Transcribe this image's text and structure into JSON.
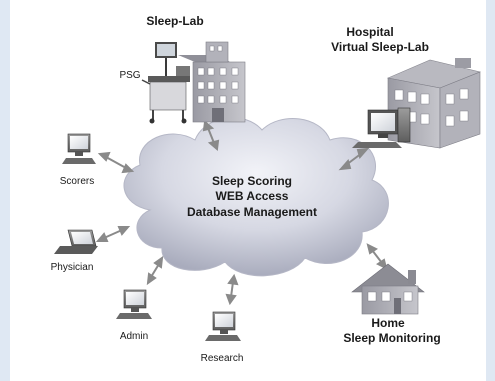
{
  "nodes": {
    "sleep_lab": {
      "title": "Sleep-Lab",
      "equipment_label": "PSG"
    },
    "hospital": {
      "title_line1": "Hospital",
      "title_line2": "Virtual Sleep-Lab"
    },
    "home": {
      "title_line1": "Home",
      "title_line2": "Sleep Monitoring"
    },
    "scorers": {
      "label": "Scorers"
    },
    "physician": {
      "label": "Physician"
    },
    "admin": {
      "label": "Admin"
    },
    "research": {
      "label": "Research"
    }
  },
  "cloud": {
    "line1": "Sleep Scoring",
    "line2": "WEB Access",
    "line3": "Database Management"
  },
  "colors": {
    "frame": "#dfe8f3",
    "cloud": "#c9cbd8",
    "arrow": "#8a8a8a",
    "building": "#a8a8b0"
  }
}
